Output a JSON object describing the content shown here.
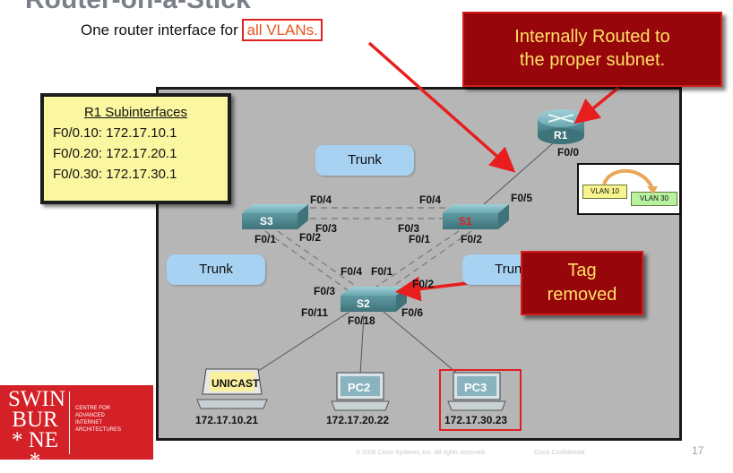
{
  "slide": {
    "title": "Router-on-a-Stick",
    "subtitle_prefix": "One router interface for ",
    "subtitle_highlight": "all VLANs."
  },
  "callouts": {
    "routed_line1": "Internally Routed to",
    "routed_line2": "the proper subnet.",
    "tag_line1": "Tag",
    "tag_line2": "removed"
  },
  "subinterfaces": {
    "title": "R1 Subinterfaces",
    "rows": [
      "F0/0.10: 172.17.10.1",
      "F0/0.20: 172.17.20.1",
      "F0/0.30: 172.17.30.1"
    ]
  },
  "trunk_labels": [
    "Trunk",
    "Trunk",
    "Trunk"
  ],
  "devices": {
    "router": "R1",
    "router_port": "F0/0",
    "s1": "S1",
    "s2": "S2",
    "s3": "S3",
    "unicast": "UNICAST",
    "pc2": "PC2",
    "pc3": "PC3"
  },
  "ports": {
    "s3_f04": "F0/4",
    "s3_f03": "F0/3",
    "s3_f01": "F0/1",
    "s3_f02": "F0/2",
    "s1_f04": "F0/4",
    "s1_f05": "F0/5",
    "s1_f03": "F0/3",
    "s1_f01": "F0/1",
    "s1_f02": "F0/2",
    "s2_f04": "F0/4",
    "s2_f01": "F0/1",
    "s2_f02": "F0/2",
    "s2_f03": "F0/3",
    "s2_f011": "F0/11",
    "s2_f018": "F0/18",
    "s2_f06": "F0/6"
  },
  "hosts": {
    "unicast_ip": "172.17.10.21",
    "pc2_ip": "172.17.20.22",
    "pc3_ip": "172.17.30.23"
  },
  "vlan_inset": {
    "from": "VLAN 10",
    "to": "VLAN 30"
  },
  "logo": {
    "letters": [
      "SWIN",
      "BUR",
      "NE"
    ],
    "caption": [
      "CENTRE FOR",
      "ADVANCED",
      "INTERNET",
      "ARCHITECTURES"
    ]
  },
  "footer": {
    "copyright": "© 2006 Cisco Systems, Inc. All rights reserved.",
    "confidential": "Cisco Confidential",
    "page": "17"
  },
  "colors": {
    "callout_bg": "#96060a",
    "callout_text": "#ffe066",
    "highlight": "#e8531b",
    "trunk_bg": "#a8d2f2",
    "device_teal": "#5f9aa2",
    "logo_red": "#d42027"
  }
}
